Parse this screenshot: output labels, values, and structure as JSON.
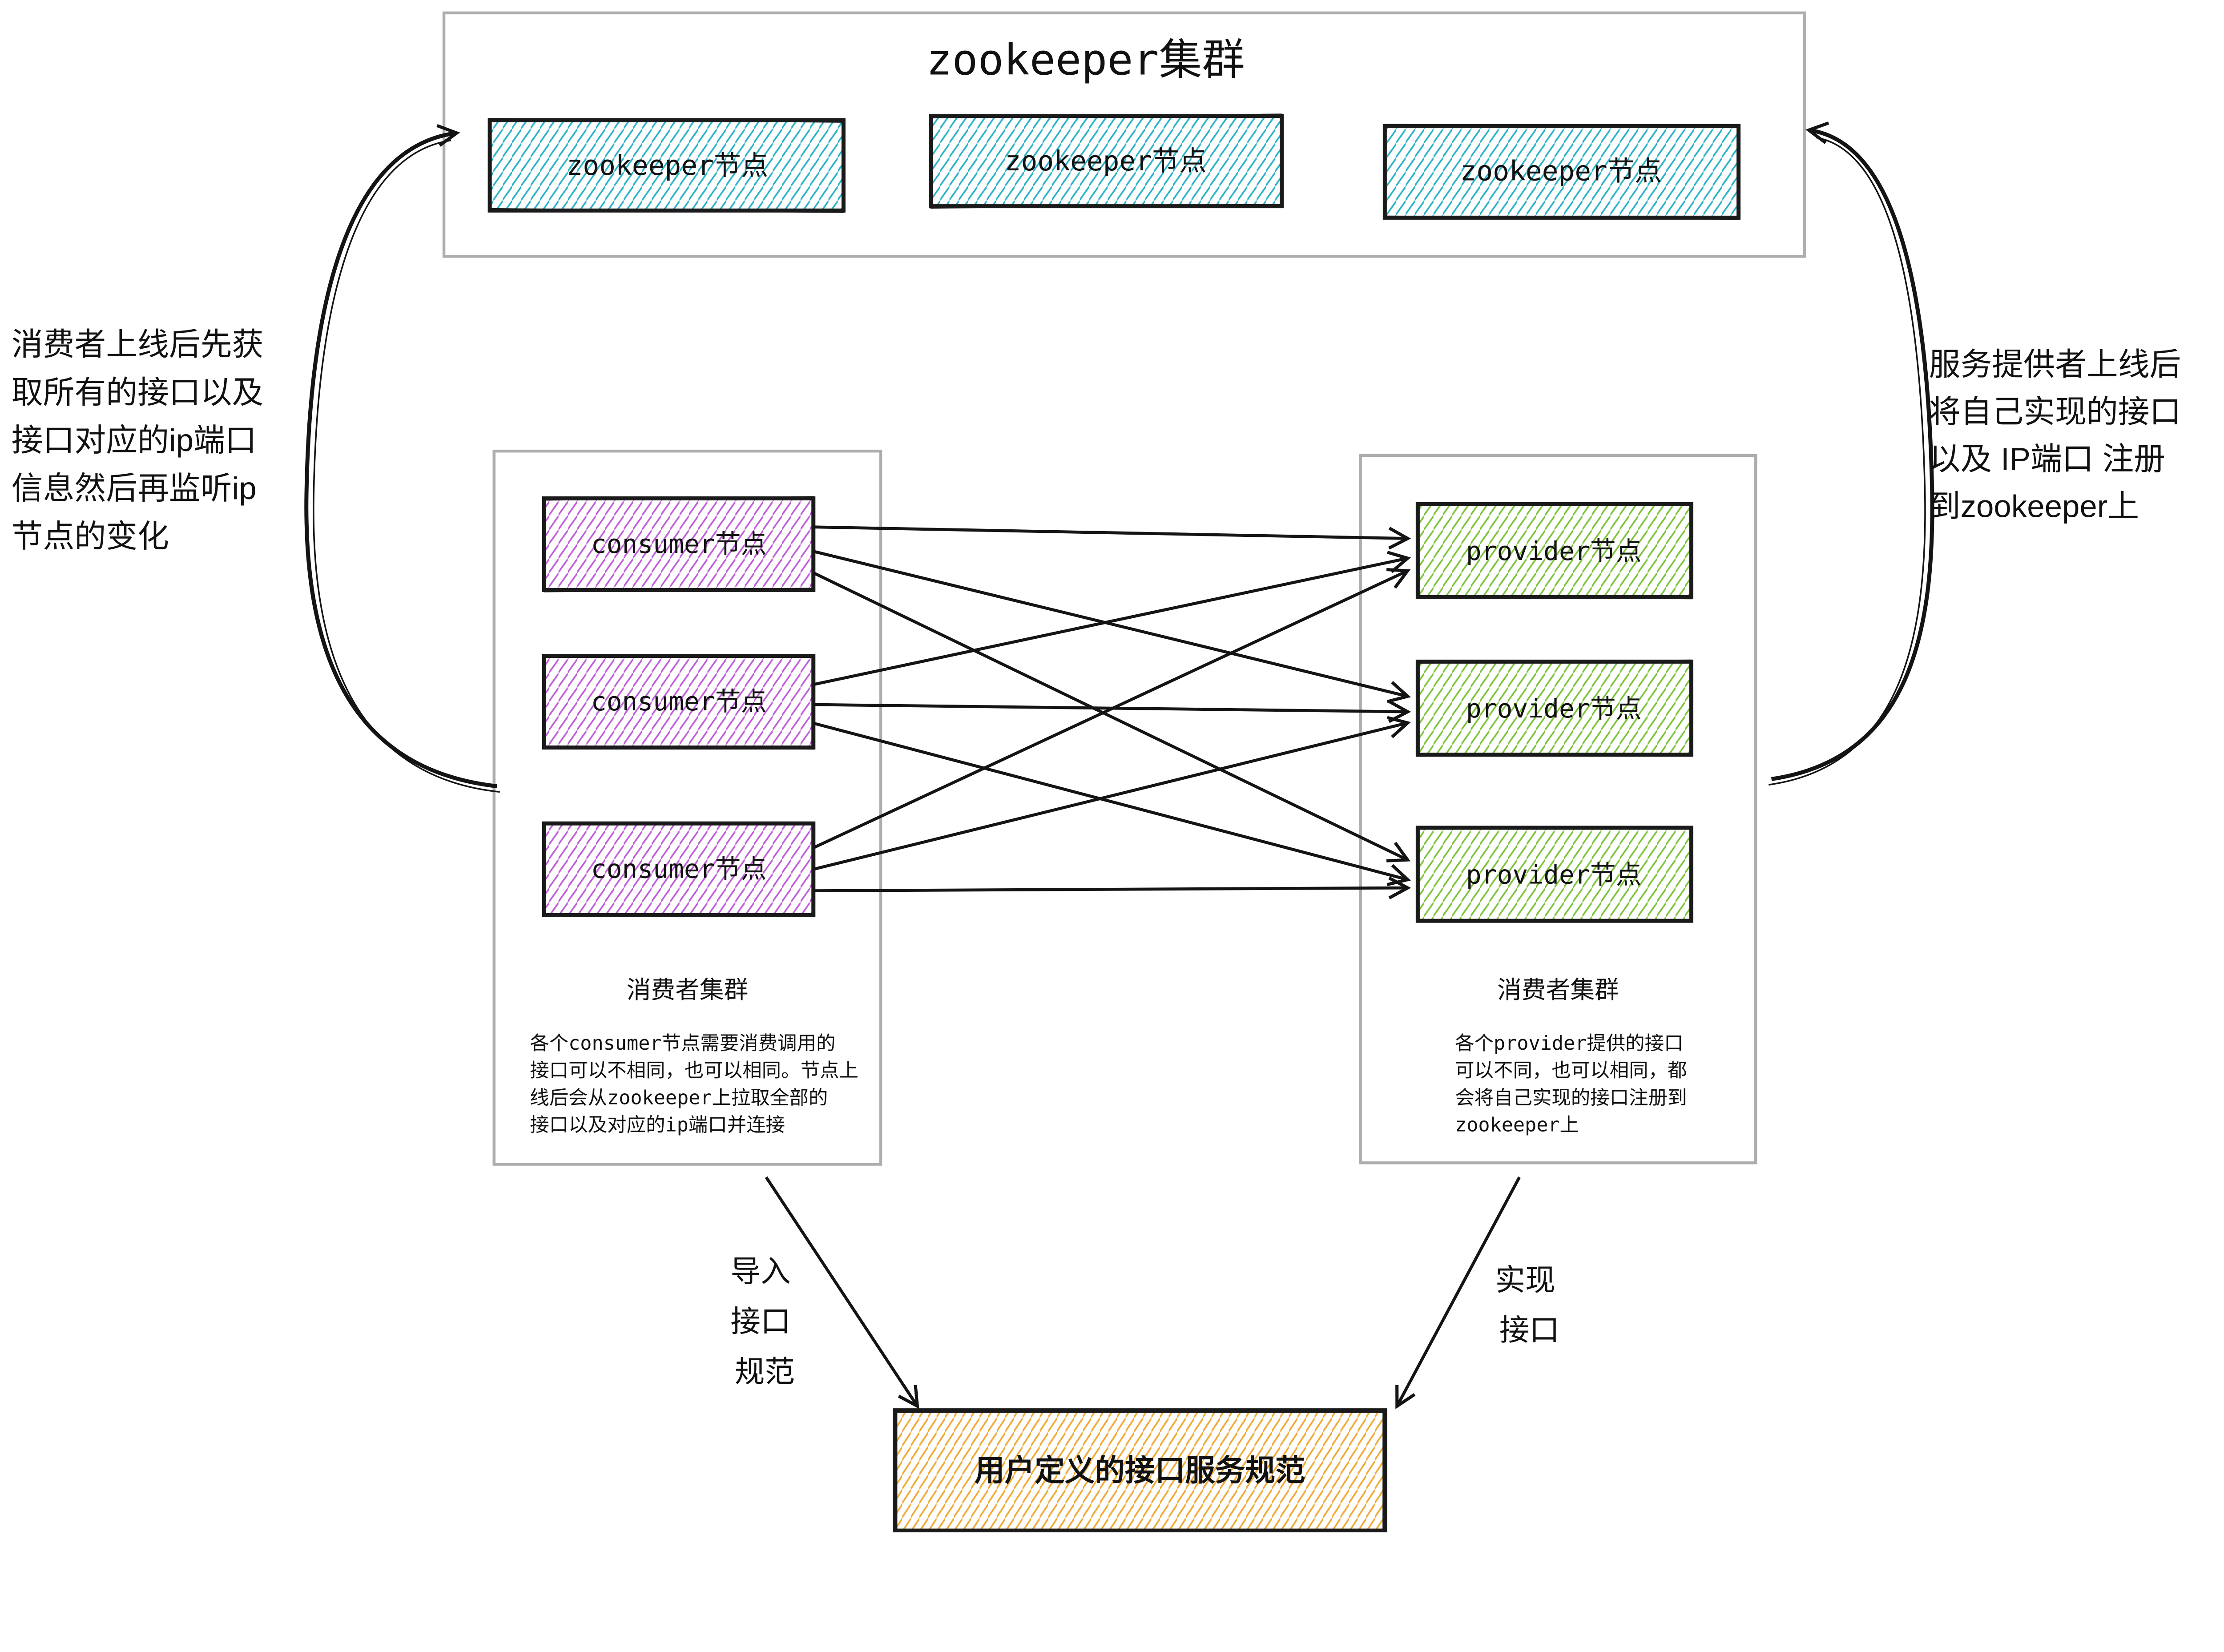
{
  "colors": {
    "cyan": "#2cb3c9",
    "purple": "#c05fd9",
    "green": "#7dc43b",
    "orange": "#f0ab3a",
    "ink": "#1a1a1a",
    "container_gray": "#adadad"
  },
  "zookeeper_cluster": {
    "title": "zookeeper集群",
    "nodes": [
      "zookeeper节点",
      "zookeeper节点",
      "zookeeper节点"
    ]
  },
  "consumer_cluster": {
    "label": "消费者集群",
    "nodes": [
      "consumer节点",
      "consumer节点",
      "consumer节点"
    ],
    "description_lines": [
      "各个consumer节点需要消费调用的",
      "接口可以不相同，也可以相同。节点上",
      "线后会从zookeeper上拉取全部的",
      "接口以及对应的ip端口并连接"
    ]
  },
  "provider_cluster": {
    "label": "消费者集群",
    "nodes": [
      "provider节点",
      "provider节点",
      "provider节点"
    ],
    "description_lines": [
      "各个provider提供的接口",
      "可以不同，也可以相同，都",
      "会将自己实现的接口注册到",
      "zookeeper上"
    ]
  },
  "spec_box": {
    "label": "用户定义的接口服务规范"
  },
  "notes": {
    "left_lines": [
      "消费者上线后先获",
      "取所有的接口以及",
      "接口对应的ip端口",
      "信息然后再监听ip",
      "节点的变化"
    ],
    "right_lines": [
      "服务提供者上线后",
      "将自己实现的接口",
      "以及 IP端口 注册",
      "到zookeeper上"
    ],
    "import_lines": [
      "导入",
      "接口",
      "规范"
    ],
    "implement_lines": [
      "实现",
      "接口"
    ]
  }
}
